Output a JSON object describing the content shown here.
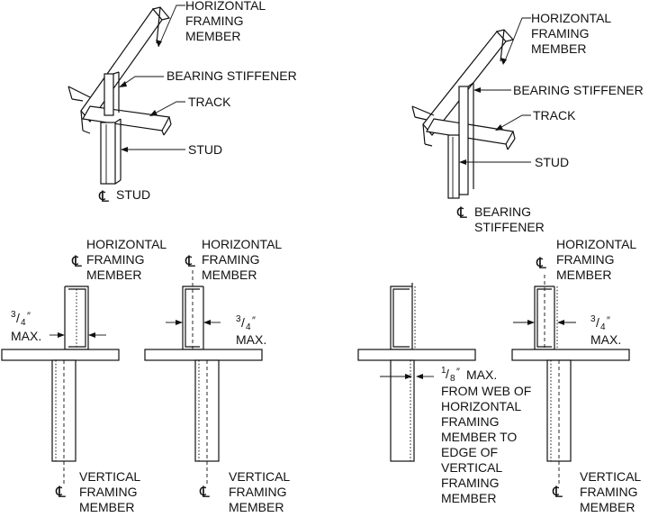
{
  "labels": {
    "horizontal_framing_member": [
      "HORIZONTAL",
      "FRAMING",
      "MEMBER"
    ],
    "vertical_framing_member": [
      "VERTICAL",
      "FRAMING",
      "MEMBER"
    ],
    "bearing_stiffener": "BEARING STIFFENER",
    "bearing_stiffener_split": [
      "BEARING",
      "STIFFENER"
    ],
    "track": "TRACK",
    "stud": "STUD",
    "centerline_symbol": "℄",
    "three_quarter_max": {
      "num": "3",
      "slash": "/",
      "den": "4",
      "inch": "″",
      "max": "MAX."
    },
    "eighth_max": {
      "num": "1",
      "slash": "/",
      "den": "8",
      "inch": "″",
      "max": "MAX."
    },
    "eighth_note": [
      "FROM WEB OF",
      "HORIZONTAL",
      "FRAMING",
      "MEMBER TO",
      "EDGE OF",
      "VERTICAL",
      "FRAMING",
      "MEMBER"
    ]
  },
  "colors": {
    "line": "#111111",
    "background": "#ffffff"
  }
}
